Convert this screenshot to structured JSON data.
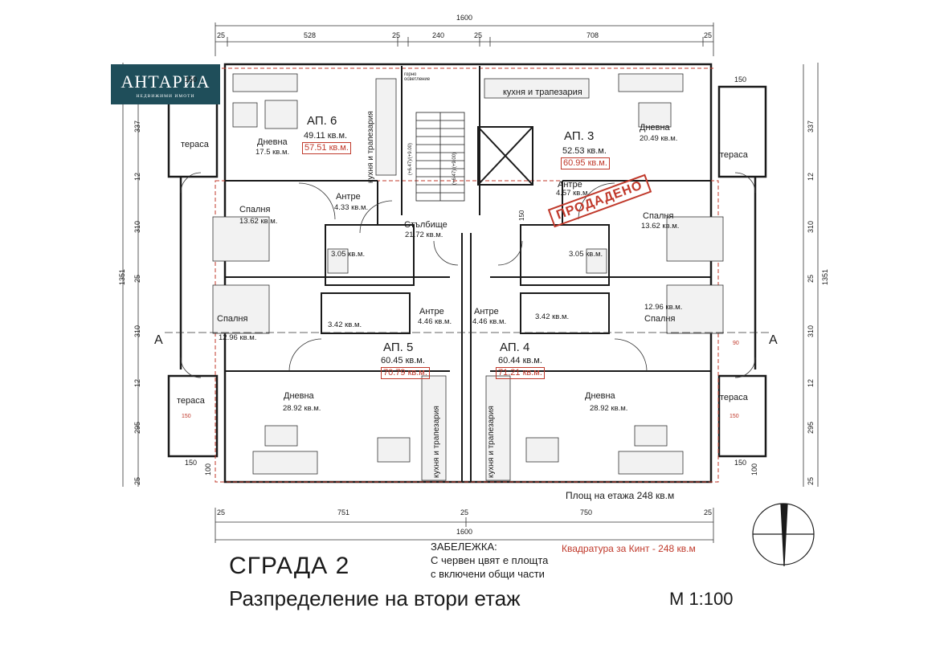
{
  "logo": {
    "name": "АНТАРИА",
    "subtitle": "НЕДВИЖИМИ ИМОТИ"
  },
  "dimensions": {
    "top_total": "1600",
    "top_segments": [
      "25",
      "528",
      "25",
      "240",
      "25",
      "708",
      "25"
    ],
    "bottom_total": "1600",
    "bottom_segments": [
      "25",
      "751",
      "25",
      "750",
      "25"
    ],
    "left": [
      "337",
      "12",
      "310",
      "25",
      "310",
      "12",
      "295",
      "25"
    ],
    "left_total": "1351",
    "right": [
      "337",
      "12",
      "310",
      "25",
      "310",
      "12",
      "295",
      "25"
    ],
    "right_total": "1351",
    "terrace": [
      "150",
      "150",
      "150",
      "150"
    ],
    "wall": [
      "100",
      "100"
    ],
    "red_small": [
      "150",
      "150",
      "90"
    ]
  },
  "section_marks": [
    "A",
    "A"
  ],
  "stair_notes": {
    "lighting": "горно осветление",
    "level1": "(+6.47)/(+9.00)",
    "level2": "(+6.47)/(+9.00)",
    "lift_dim": "150"
  },
  "apartments": {
    "ap6": {
      "label": "АП. 6",
      "area": "49.11 кв.м.",
      "area_common": "57.51 кв.м."
    },
    "ap3": {
      "label": "АП. 3",
      "area": "52.53 кв.м.",
      "area_common": "60.95 кв.м."
    },
    "ap5": {
      "label": "АП. 5",
      "area": "60.45 кв.м.",
      "area_common": "70.79 кв.м."
    },
    "ap4": {
      "label": "АП. 4",
      "area": "60.44 кв.м.",
      "area_common": "71.21 кв.м."
    }
  },
  "rooms": {
    "terrace": "тераса",
    "living": "Дневна",
    "bedroom": "Спалня",
    "entry": "Антре",
    "stairs": "Стълбище",
    "kitchen": "кухня и трапезария",
    "living_ap6": "17.5 кв.м.",
    "living_ap3": "20.49 кв.м.",
    "living_ap5": "28.92 кв.м.",
    "living_ap4": "28.92 кв.м.",
    "bed1_ap6": "13.62 кв.м.",
    "bed2_ap6": "12.96 кв.м.",
    "bed1_ap3": "13.62 кв.м.",
    "bed2_ap3": "12.96 кв.м.",
    "entry_ap6": "4.33 кв.м.",
    "entry_ap3": "4.57 кв.м.",
    "entry_ap5": "4.46 кв.м.",
    "entry_ap4": "4.46 кв.м.",
    "stairs_area": "21.72 кв.м.",
    "bath_ap6": "3.05 кв.м.",
    "bath_ap3": "3.05 кв.м.",
    "bath_ap5": "3.42 кв.м.",
    "bath_ap4": "3.42 кв.м."
  },
  "sold": "ПРОДАДЕНО",
  "floor_area": "Площ на етажа 248 кв.м",
  "note": {
    "title": "ЗАБЕЛЕЖКА:",
    "line1": "С червен цвят е площта",
    "line2": "с включени общи части"
  },
  "kint": "Квадратура за Кинт - 248 кв.м",
  "building": "СГРАДА 2",
  "subtitle": "Разпределение на втори етаж",
  "scale": "М 1:100",
  "colors": {
    "logo_bg": "#1f4e5a",
    "red": "#c0392b",
    "line": "#1a1a1a"
  }
}
